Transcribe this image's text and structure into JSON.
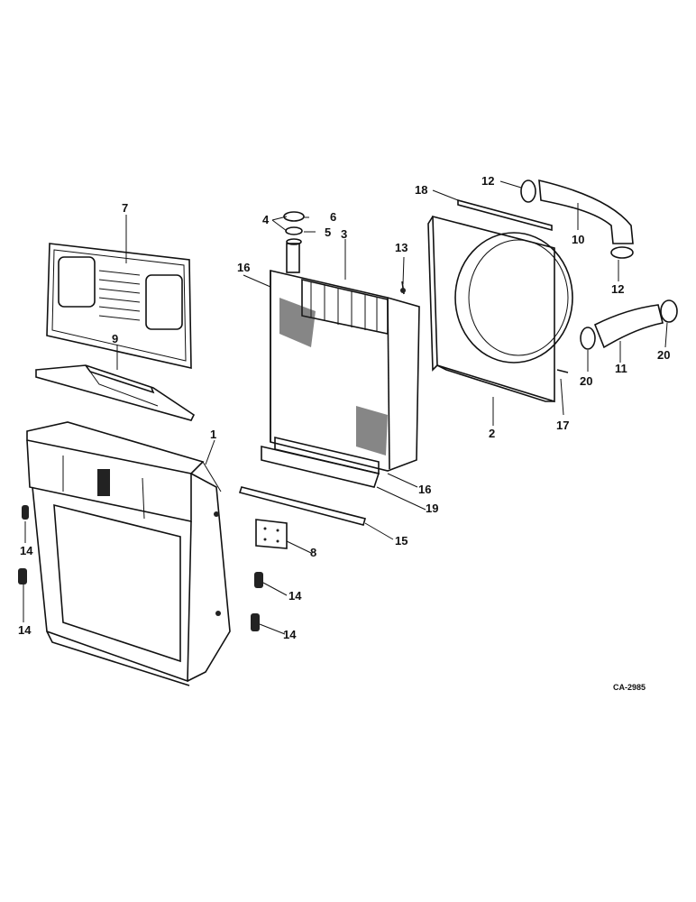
{
  "drawing_code": "CA-2985",
  "parts": {
    "grille_housing": "1",
    "fan_shroud": "2",
    "radiator": "3",
    "cap_gasket": "4",
    "cap_seal": "5",
    "radiator_cap": "6",
    "grille": "7",
    "pad": "8",
    "top_panel": "9",
    "upper_hose": "10",
    "lower_hose": "11",
    "upper_clamp_top": "12",
    "upper_clamp_bottom": "12",
    "bolt": "13",
    "bushing_a": "14",
    "bushing_b": "14",
    "bushing_c": "14",
    "bushing_d": "14",
    "strip": "15",
    "radiator_seal_top": "16",
    "radiator_seal_bottom": "16",
    "fan_stud": "17",
    "shroud_seal": "18",
    "radiator_bracket": "19",
    "lower_clamp_left": "20",
    "lower_clamp_right": "20"
  }
}
